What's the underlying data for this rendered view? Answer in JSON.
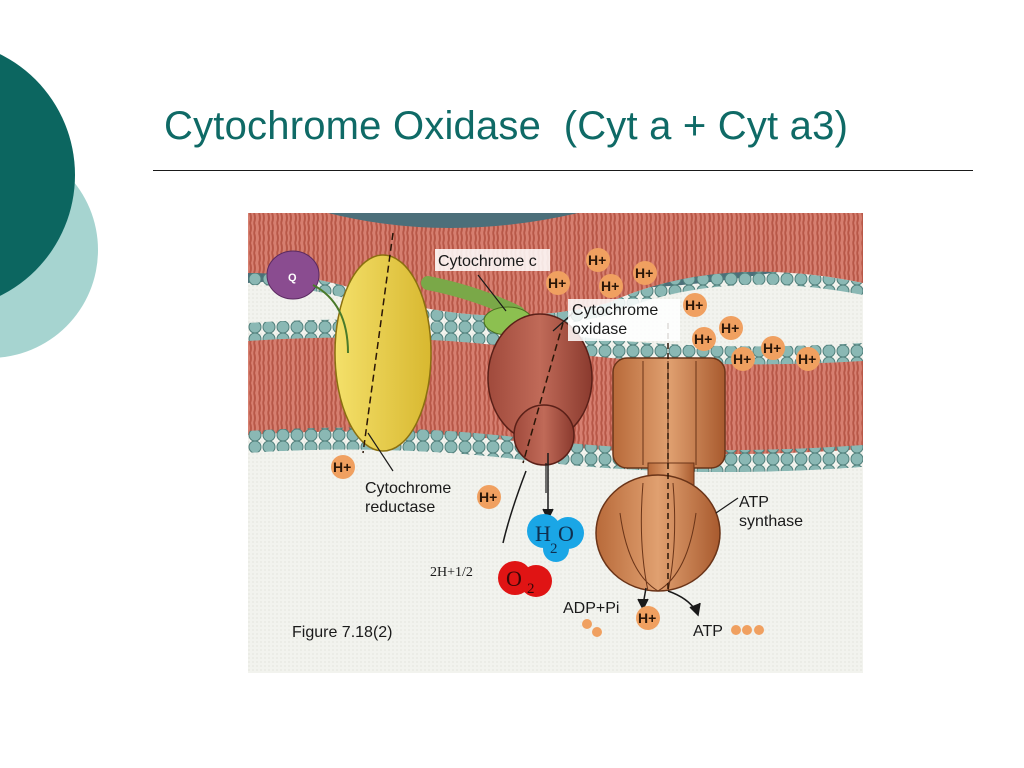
{
  "slide": {
    "title": "Cytochrome Oxidase  (Cyt a + Cyt a3)"
  },
  "figure": {
    "caption": "Figure 7.18(2)",
    "labels": {
      "cytochrome_c": "Cytochrome c",
      "cytochrome_oxidase_1": "Cytochrome",
      "cytochrome_oxidase_2": "oxidase",
      "cytochrome_reductase_1": "Cytochrome",
      "cytochrome_reductase_2": "reductase",
      "atp_synthase_1": "ATP",
      "atp_synthase_2": "synthase",
      "adp_pi": "ADP+Pi",
      "atp": "ATP",
      "q": "Q",
      "h2o_h": "H",
      "h2o_sub": "2",
      "h2o_o": "O",
      "reaction": "2H+1/2",
      "o2_o": "O",
      "o2_sub": "2",
      "proton": "H+"
    }
  },
  "colors": {
    "title": "#0f6a66",
    "accent_dark": "#0c6660",
    "accent_light": "#a6d4d0",
    "h2o": "#1aa6e6",
    "o2": "#e01414",
    "proton": "#f0a060"
  }
}
